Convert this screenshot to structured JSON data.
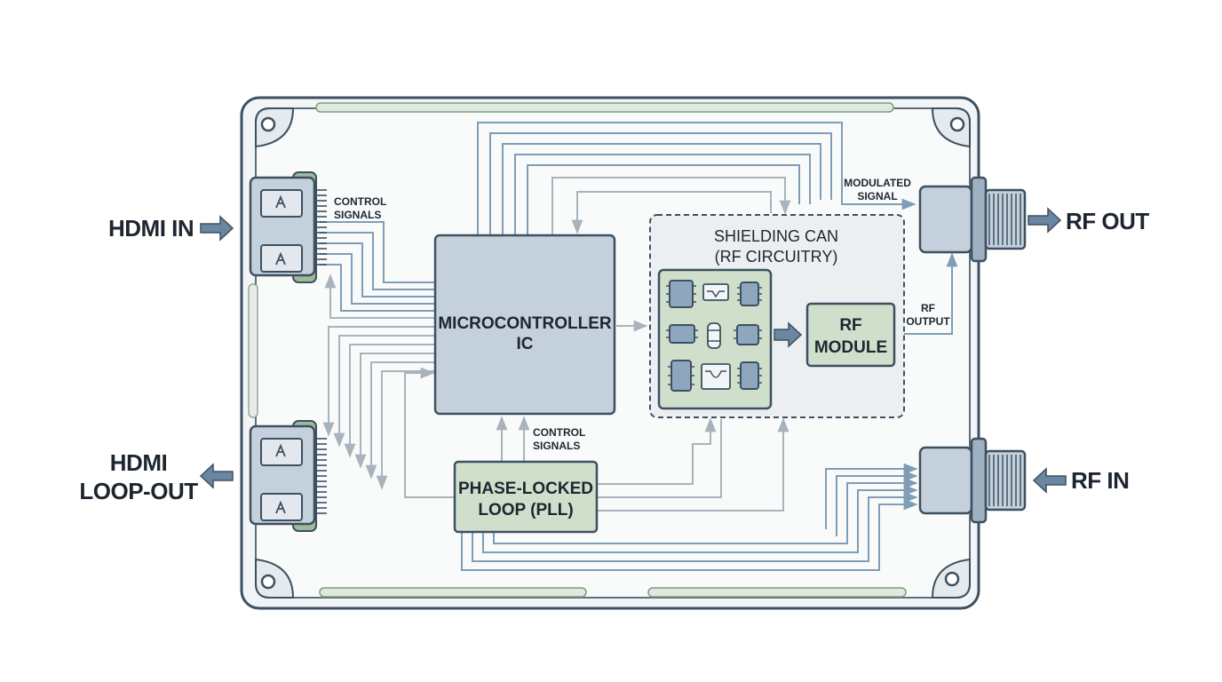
{
  "external": {
    "hdmi_in": "HDMI IN",
    "hdmi_loop_out": [
      "HDMI",
      "LOOP-OUT"
    ],
    "rf_out": "RF OUT",
    "rf_in": "RF IN"
  },
  "signals": {
    "control_top": [
      "CONTROL",
      "SIGNALS"
    ],
    "control_bottom": [
      "CONTROL",
      "SIGNALS"
    ],
    "modulated": [
      "MODULATED",
      "SIGNAL"
    ],
    "rf_output": [
      "RF",
      "OUTPUT"
    ]
  },
  "blocks": {
    "microcontroller": [
      "MICROCONTROLLER",
      "IC"
    ],
    "pll": [
      "PHASE-LOCKED",
      "LOOP (PLL)"
    ],
    "shielding_can": [
      "SHIELDING CAN",
      "(RF CIRCUITRY)"
    ],
    "rf_module": [
      "RF",
      "MODULE"
    ]
  },
  "colors": {
    "outline": "#3e5060",
    "board": "#f7f9fa",
    "wire_blue": "#7f9db6",
    "wire_gray": "#a8b3bc",
    "mcu_fill": "#c4d0dc",
    "green_fill": "#cfdfcc",
    "green_dark": "#9dbb98",
    "chip_fill": "#8ea7be",
    "arrow_fill": "#6b86a0",
    "can_fill": "#eceff1"
  }
}
